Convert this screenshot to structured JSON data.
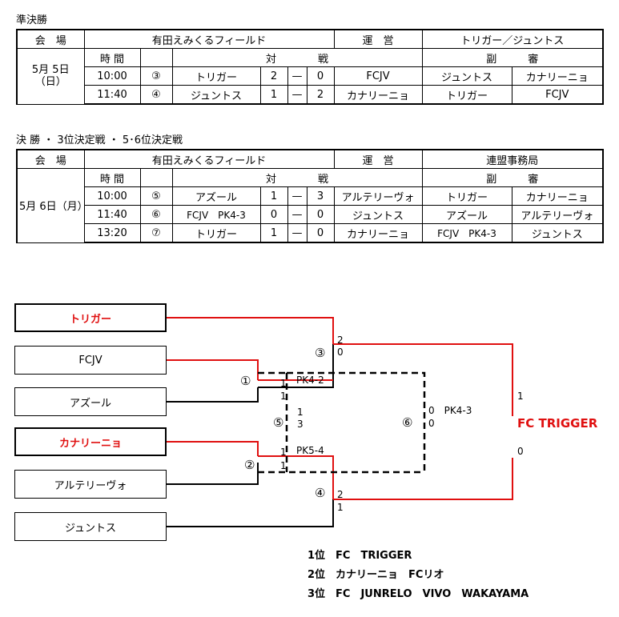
{
  "semifinal": {
    "section_title": "準決勝",
    "venue_label": "会　場",
    "venue": "有田えみくるフィールド",
    "operation_label": "運　営",
    "operation": "トリガー／ジュントス",
    "date": "5月 5日",
    "weekday": "（日）",
    "time_label": "時 間",
    "match_label": "対　　　　戦",
    "referee_label": "副　　　審",
    "rows": [
      {
        "time": "10:00",
        "no": "③",
        "home": "トリガー",
        "hs": "2",
        "dash": "—",
        "as": "0",
        "away": "FCJV",
        "ref1": "ジュントス",
        "ref2": "カナリーニョ"
      },
      {
        "time": "11:40",
        "no": "④",
        "home": "ジュントス",
        "hs": "1",
        "dash": "—",
        "as": "2",
        "away": "カナリーニョ",
        "ref1": "トリガー",
        "ref2": "FCJV"
      }
    ]
  },
  "final": {
    "section_title": "決 勝 ・ 3位決定戦 ・ 5･6位決定戦",
    "venue_label": "会　場",
    "venue": "有田えみくるフィールド",
    "operation_label": "運　営",
    "operation": "連盟事務局",
    "date": "5月 6日（月）",
    "time_label": "時 間",
    "match_label": "対　　　　戦",
    "referee_label": "副　　　審",
    "rows": [
      {
        "time": "10:00",
        "no": "⑤",
        "home": "アズール",
        "hs": "1",
        "dash": "—",
        "as": "3",
        "away": "アルテリーヴォ",
        "ref1": "トリガー",
        "ref2": "カナリーニョ"
      },
      {
        "time": "11:40",
        "no": "⑥",
        "home": "FCJV　PK4-3",
        "hs": "0",
        "dash": "—",
        "as": "0",
        "away": "ジュントス",
        "ref1": "アズール",
        "ref2": "アルテリーヴォ"
      },
      {
        "time": "13:20",
        "no": "⑦",
        "home": "トリガー",
        "hs": "1",
        "dash": "—",
        "as": "0",
        "away": "カナリーニョ",
        "ref1": "FCJV　PK4-3",
        "ref2": "ジュントス"
      }
    ]
  },
  "bracket": {
    "teams": [
      "トリガー",
      "FCJV",
      "アズール",
      "カナリーニョ",
      "アルテリーヴォ",
      "ジュントス"
    ],
    "winner_color": "#e01010",
    "labels": {
      "m3_top": "2",
      "m3_bot": "0",
      "m3_no": "③",
      "m1_no": "①",
      "m1_pk": "PK4-2",
      "m1_a": "1",
      "m1_b": "1",
      "m5_no": "⑤",
      "m5_a": "1",
      "m5_b": "3",
      "m6_no": "⑥",
      "m6_a": "0　PK4-3",
      "m6_b": "0",
      "m2_no": "②",
      "m2_pk": "PK5-4",
      "m2_a": "1",
      "m2_b": "1",
      "m4_no": "④",
      "m4_top": "2",
      "m4_bot": "1",
      "final_top": "1",
      "final_bot": "0"
    },
    "champion": "FC TRIGGER"
  },
  "standings": [
    "1位　FC　TRIGGER",
    "2位　カナリーニョ　FCリオ",
    "3位　FC　JUNRELO　VIVO　WAKAYAMA"
  ]
}
